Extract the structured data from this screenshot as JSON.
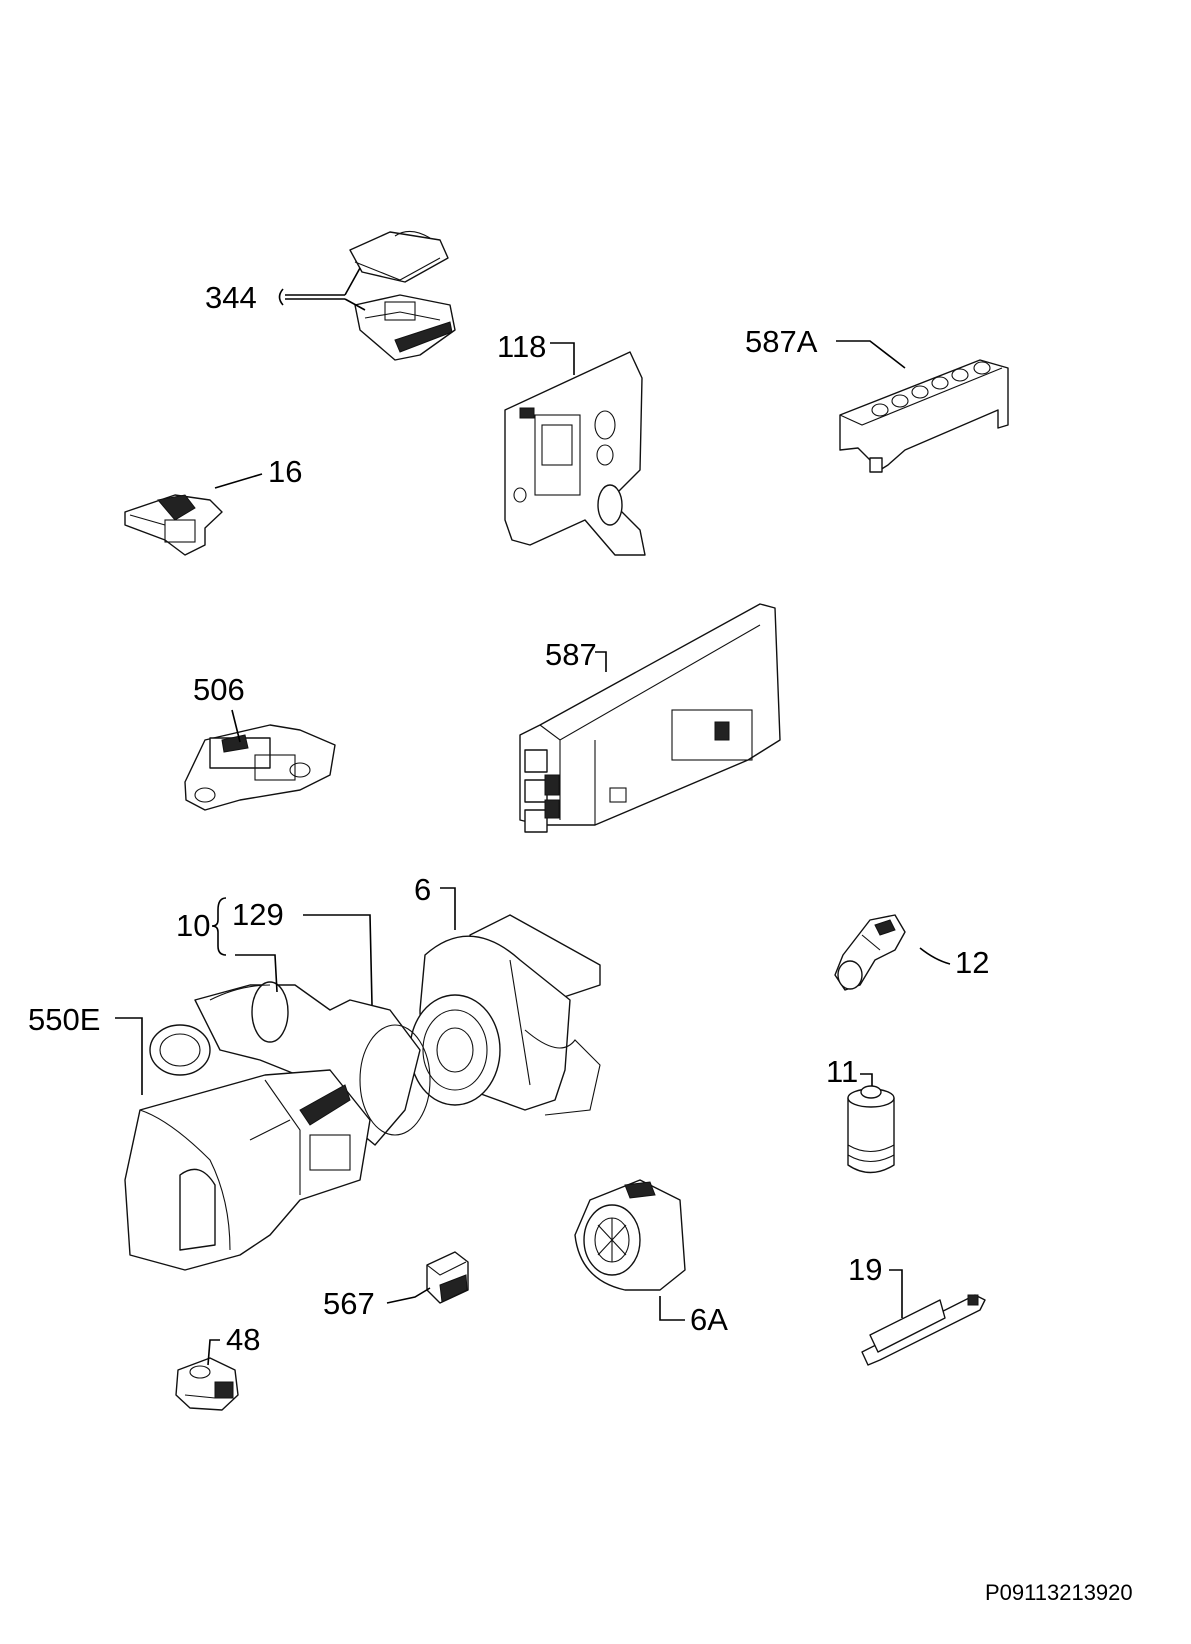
{
  "diagram": {
    "drawing_code": "P09113213920",
    "parts": [
      {
        "id": "344",
        "label": "344"
      },
      {
        "id": "118",
        "label": "118"
      },
      {
        "id": "587A",
        "label": "587A"
      },
      {
        "id": "16",
        "label": "16"
      },
      {
        "id": "506",
        "label": "506"
      },
      {
        "id": "587",
        "label": "587"
      },
      {
        "id": "6",
        "label": "6"
      },
      {
        "id": "10",
        "label": "10"
      },
      {
        "id": "129",
        "label": "129"
      },
      {
        "id": "550E",
        "label": "550E"
      },
      {
        "id": "12",
        "label": "12"
      },
      {
        "id": "11",
        "label": "11"
      },
      {
        "id": "19",
        "label": "19"
      },
      {
        "id": "567",
        "label": "567"
      },
      {
        "id": "6A",
        "label": "6A"
      },
      {
        "id": "48",
        "label": "48"
      }
    ]
  }
}
